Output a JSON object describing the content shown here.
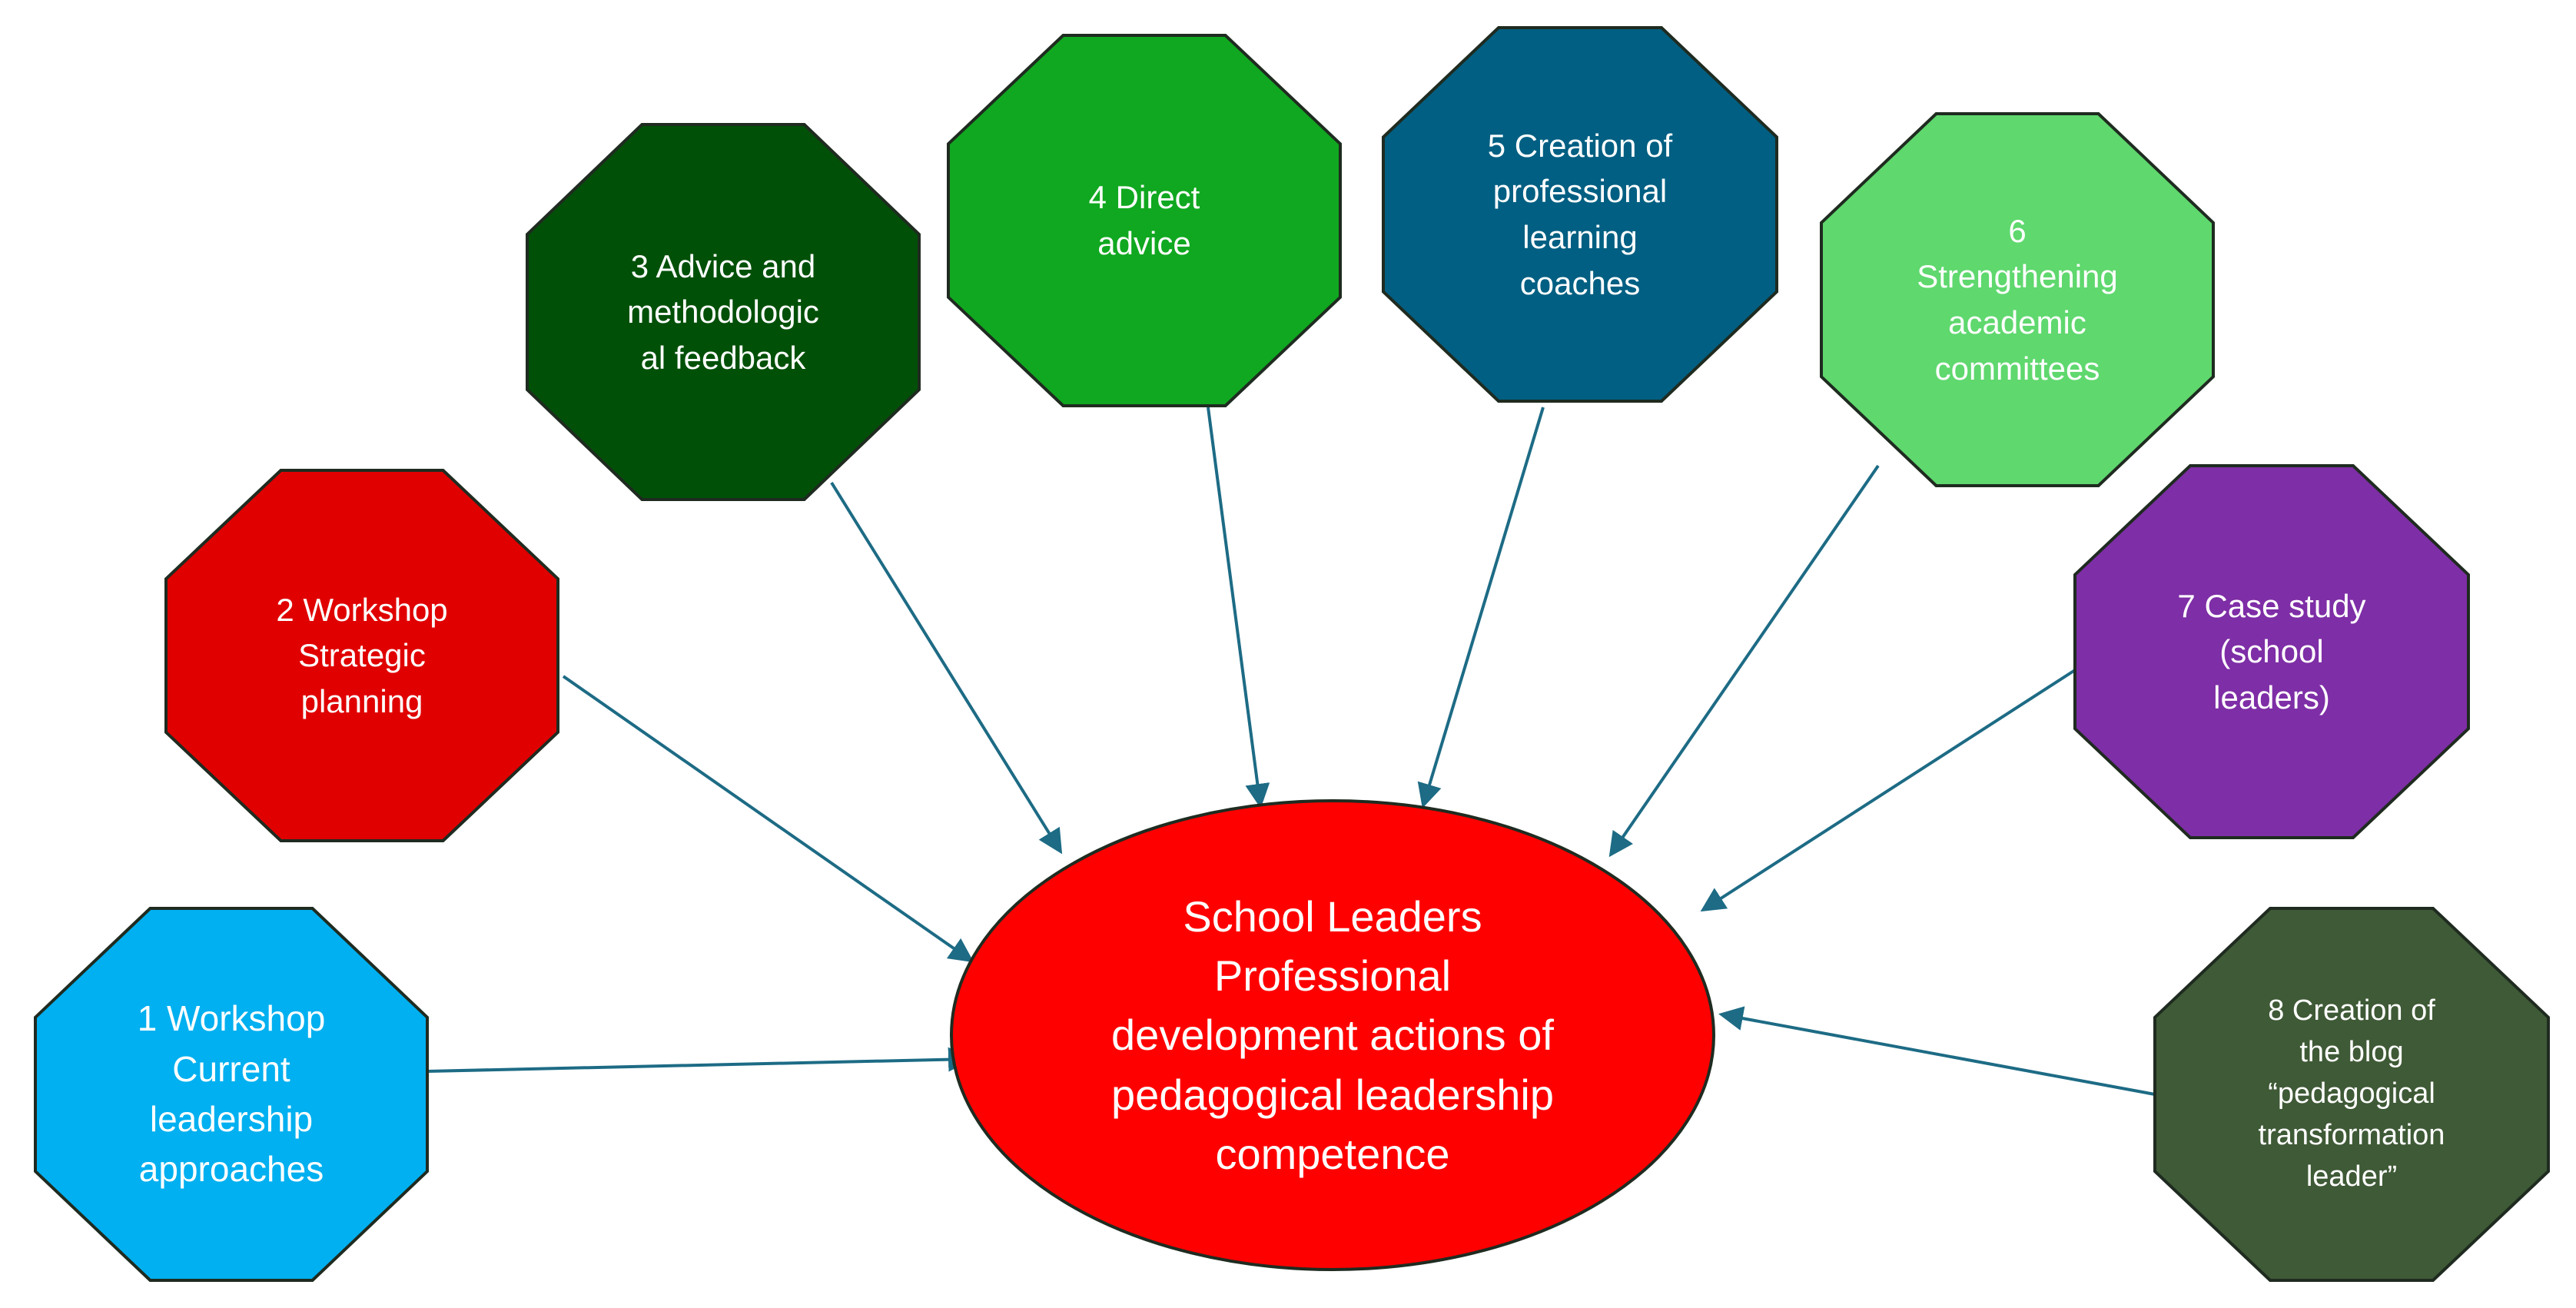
{
  "colors": {
    "arrow": "#1d6b85",
    "octagon_stroke": "#1f2b20",
    "text": "#ffffff"
  },
  "center": {
    "lines": [
      "School Leaders",
      "Professional",
      "development actions of",
      "pedagogical leadership",
      "competence"
    ],
    "fill": "#ff0000"
  },
  "nodes": [
    {
      "id": "1",
      "fill": "#00b0f0",
      "lines": [
        "1 Workshop",
        "Current",
        "leadership",
        "approaches"
      ]
    },
    {
      "id": "2",
      "fill": "#e00000",
      "lines": [
        "2 Workshop",
        "Strategic",
        "planning"
      ]
    },
    {
      "id": "3",
      "fill": "#005008",
      "lines": [
        "3 Advice and",
        "methodologic",
        "al feedback"
      ]
    },
    {
      "id": "4",
      "fill": "#10a820",
      "lines": [
        "4 Direct",
        "advice"
      ]
    },
    {
      "id": "5",
      "fill": "#005f82",
      "lines": [
        "5 Creation of",
        "professional",
        "learning",
        "coaches"
      ]
    },
    {
      "id": "6",
      "fill": "#5fd86e",
      "lines": [
        "6",
        "Strengthening",
        "academic",
        "committees"
      ]
    },
    {
      "id": "7",
      "fill": "#7e2ea6",
      "lines": [
        "7 Case study",
        "(school",
        "leaders)"
      ]
    },
    {
      "id": "8",
      "fill": "#3f5a36",
      "lines": [
        "8 Creation of",
        "the blog",
        "“pedagogical",
        "transformation",
        "leader”"
      ]
    }
  ]
}
